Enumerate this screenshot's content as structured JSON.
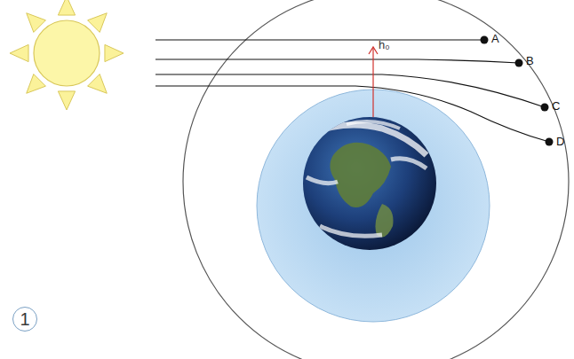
{
  "diagram": {
    "nodes": [
      {
        "text": [
          "1"
        ]
      }
    ],
    "labels": [
      "A",
      "B",
      "C",
      "D",
      "h₀"
    ]
  }
}
